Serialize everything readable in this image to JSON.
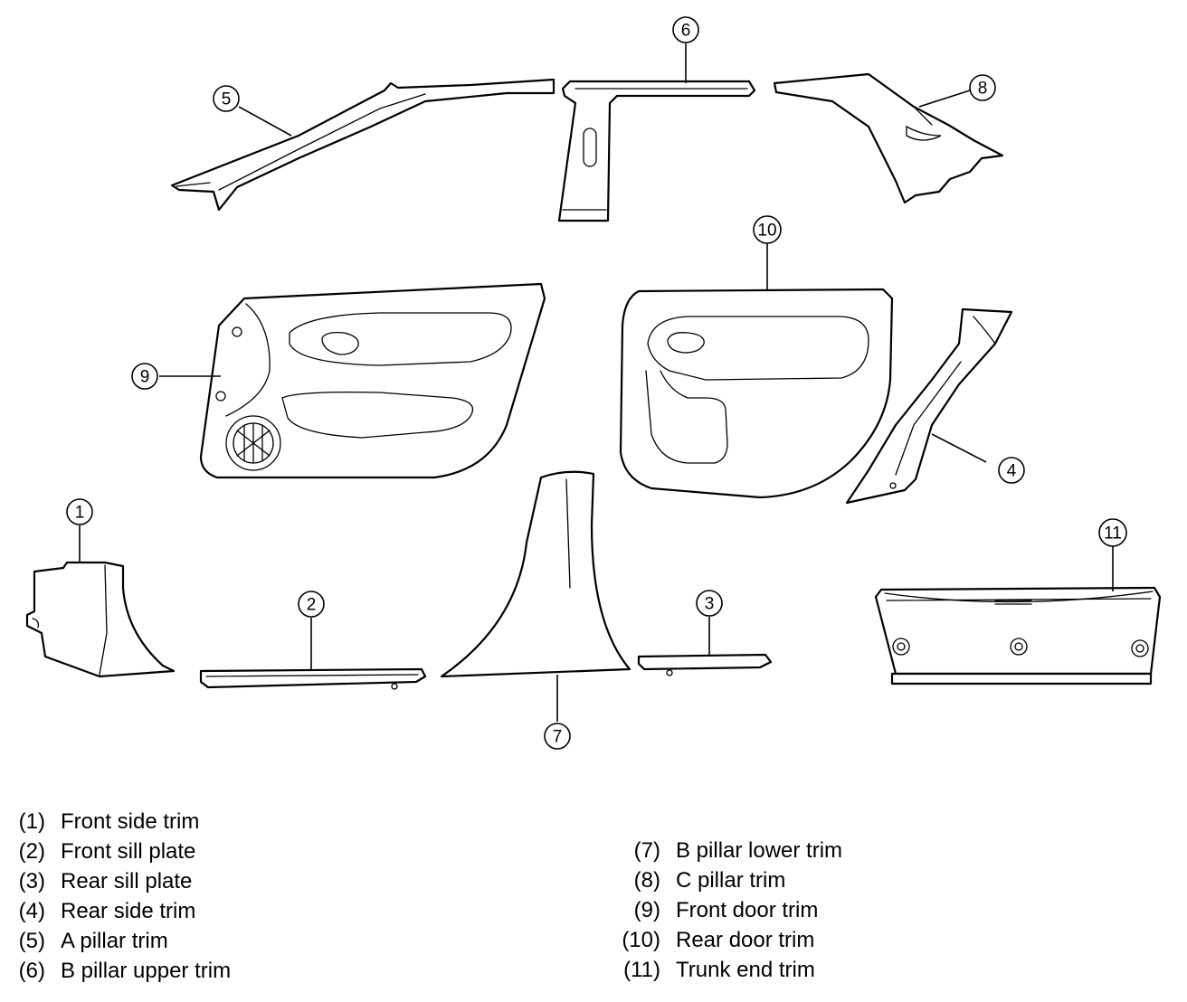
{
  "callouts": {
    "c1": "1",
    "c2": "2",
    "c3": "3",
    "c4": "4",
    "c5": "5",
    "c6": "6",
    "c7": "7",
    "c8": "8",
    "c9": "9",
    "c10": "10",
    "c11": "11"
  },
  "legend": {
    "left": [
      {
        "num": "(1)",
        "label": "Front side trim"
      },
      {
        "num": "(2)",
        "label": "Front sill plate"
      },
      {
        "num": "(3)",
        "label": "Rear sill plate"
      },
      {
        "num": "(4)",
        "label": "Rear side trim"
      },
      {
        "num": "(5)",
        "label": "A pillar trim"
      },
      {
        "num": "(6)",
        "label": "B pillar upper trim"
      }
    ],
    "right": [
      {
        "num": "(7)",
        "label": "B pillar lower trim"
      },
      {
        "num": "(8)",
        "label": "C pillar trim"
      },
      {
        "num": "(9)",
        "label": "Front door trim"
      },
      {
        "num": "(10)",
        "label": "Rear door trim"
      },
      {
        "num": "(11)",
        "label": "Trunk end trim"
      }
    ]
  }
}
